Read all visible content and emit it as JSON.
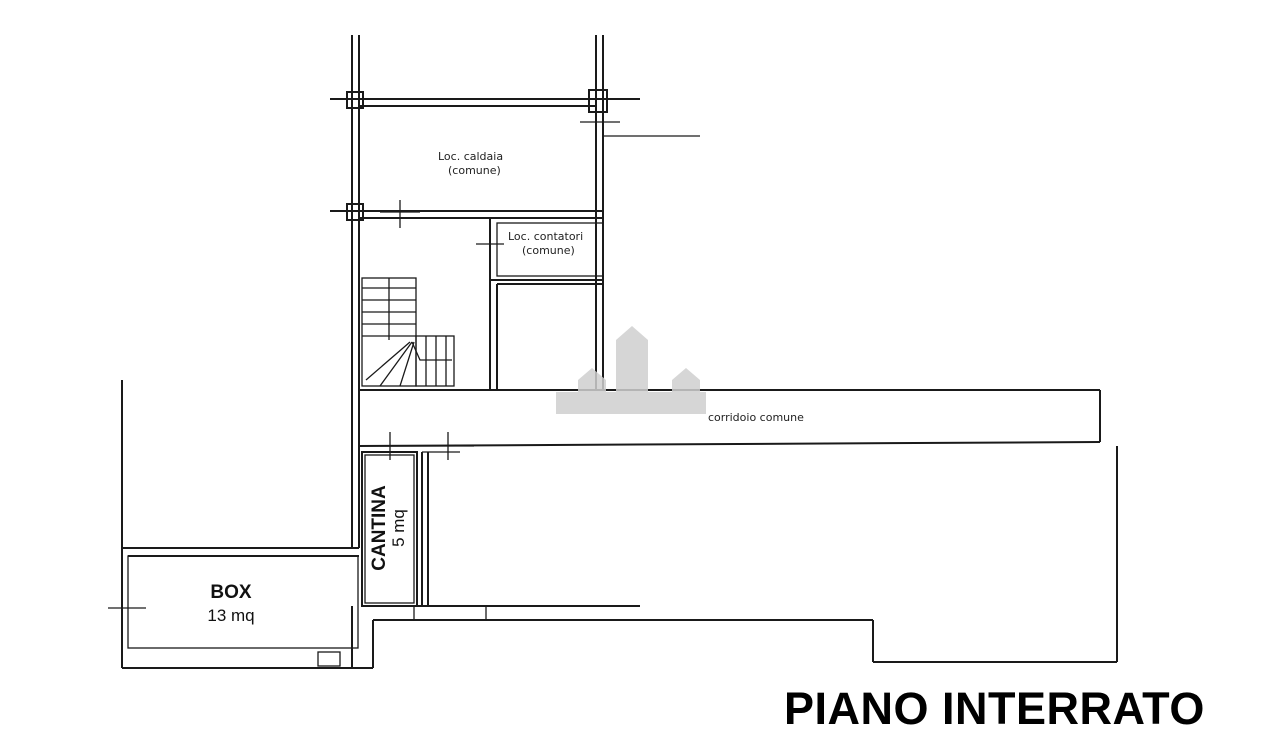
{
  "title": "PIANO INTERRATO",
  "rooms": {
    "caldaia": {
      "line1": "Loc. caldaia",
      "line2": "(comune)"
    },
    "contatori": {
      "line1": "Loc. contatori",
      "line2": "(comune)"
    },
    "corridoio": {
      "label": "corridoio comune"
    },
    "cantina": {
      "name": "CANTINA",
      "area": "5 mq"
    },
    "box": {
      "name": "BOX",
      "area": "13 mq"
    }
  }
}
